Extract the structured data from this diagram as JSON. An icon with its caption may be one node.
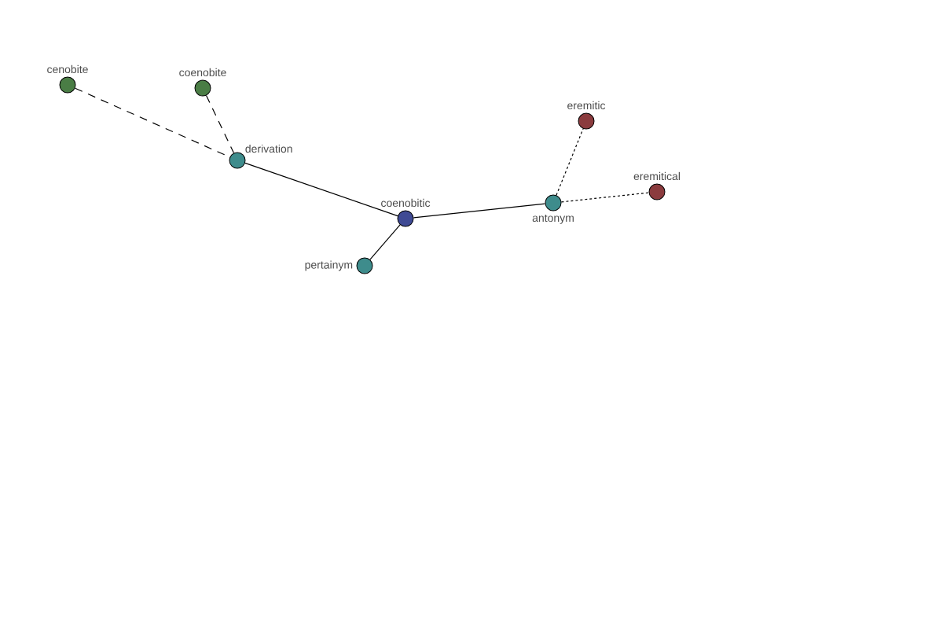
{
  "diagram": {
    "nodes": [
      {
        "text": [
          "cenobite"
        ]
      },
      {
        "text": [
          "coenobite"
        ]
      },
      {
        "text": [
          "eremitic"
        ]
      },
      {
        "text": [
          "derivation"
        ]
      },
      {
        "text": [
          "eremitical"
        ]
      },
      {
        "text": [
          "antonym"
        ]
      },
      {
        "text": [
          "coenobitic"
        ]
      },
      {
        "text": [
          "pertainym"
        ]
      }
    ],
    "edges": [
      {
        "from": 0,
        "to": 3,
        "arrow": "none",
        "style": "dashed"
      },
      {
        "from": 1,
        "to": 3,
        "arrow": "none",
        "style": "dashed"
      },
      {
        "from": 3,
        "to": 6,
        "arrow": "none"
      },
      {
        "from": 6,
        "to": 7,
        "arrow": "none"
      },
      {
        "from": 6,
        "to": 5,
        "arrow": "none"
      },
      {
        "from": 5,
        "to": 2,
        "arrow": "none",
        "style": "dashed"
      },
      {
        "from": 5,
        "to": 4,
        "arrow": "none",
        "style": "dashed"
      }
    ]
  }
}
